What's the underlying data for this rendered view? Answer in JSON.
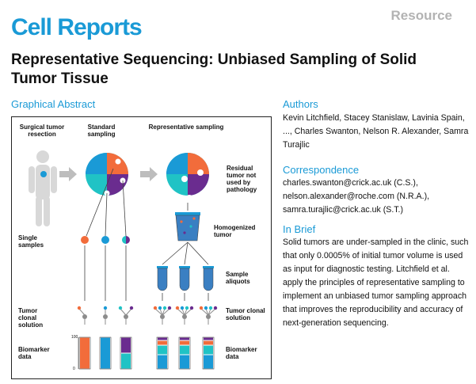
{
  "header": {
    "journal": "Cell Reports",
    "article_type": "Resource",
    "title": "Representative Sequencing: Unbiased Sampling of Solid Tumor Tissue"
  },
  "graphical_abstract": {
    "heading": "Graphical Abstract",
    "col_surgical": "Surgical tumor resection",
    "col_standard": "Standard sampling",
    "col_representative": "Representative sampling",
    "residual": "Residual tumor not used by pathology",
    "homogenized": "Homogenized tumor",
    "single_samples": "Single samples",
    "sample_aliquots": "Sample aliquots",
    "tumor_clonal_left": "Tumor clonal solution",
    "tumor_clonal_right": "Tumor clonal solution",
    "biomarker_left": "Biomarker data",
    "biomarker_right": "Biomarker data",
    "axis_max": "100",
    "axis_min": "0",
    "bar_fractions": [
      {
        "orange": 1.0,
        "blue": 0,
        "teal": 0,
        "purple": 0
      },
      {
        "orange": 0,
        "blue": 1.0,
        "teal": 0,
        "purple": 0
      },
      {
        "orange": 0,
        "blue": 0,
        "teal": 0.5,
        "purple": 0.5
      },
      {
        "orange": 0.15,
        "blue": 0.45,
        "teal": 0.3,
        "purple": 0.1
      },
      {
        "orange": 0.15,
        "blue": 0.45,
        "teal": 0.3,
        "purple": 0.1
      },
      {
        "orange": 0.15,
        "blue": 0.45,
        "teal": 0.3,
        "purple": 0.1
      }
    ],
    "colors": {
      "orange": "#f26c3b",
      "blue": "#1a9ad6",
      "teal": "#20c3c5",
      "purple": "#6a2c8f"
    }
  },
  "authors": {
    "heading": "Authors",
    "text": "Kevin Litchfield, Stacey Stanislaw, Lavinia Spain, ..., Charles Swanton, Nelson R. Alexander, Samra Turajlic"
  },
  "correspondence": {
    "heading": "Correspondence",
    "lines": [
      "charles.swanton@crick.ac.uk (C.S.),",
      "nelson.alexander@roche.com (N.R.A.),",
      "samra.turajlic@crick.ac.uk (S.T.)"
    ]
  },
  "in_brief": {
    "heading": "In Brief",
    "text": "Solid tumors are under-sampled in the clinic, such that only 0.0005% of initial tumor volume is used as input for diagnostic testing. Litchfield et al. apply the principles of representative sampling to implement an unbiased tumor sampling approach that improves the reproducibility and accuracy of next-generation sequencing."
  }
}
